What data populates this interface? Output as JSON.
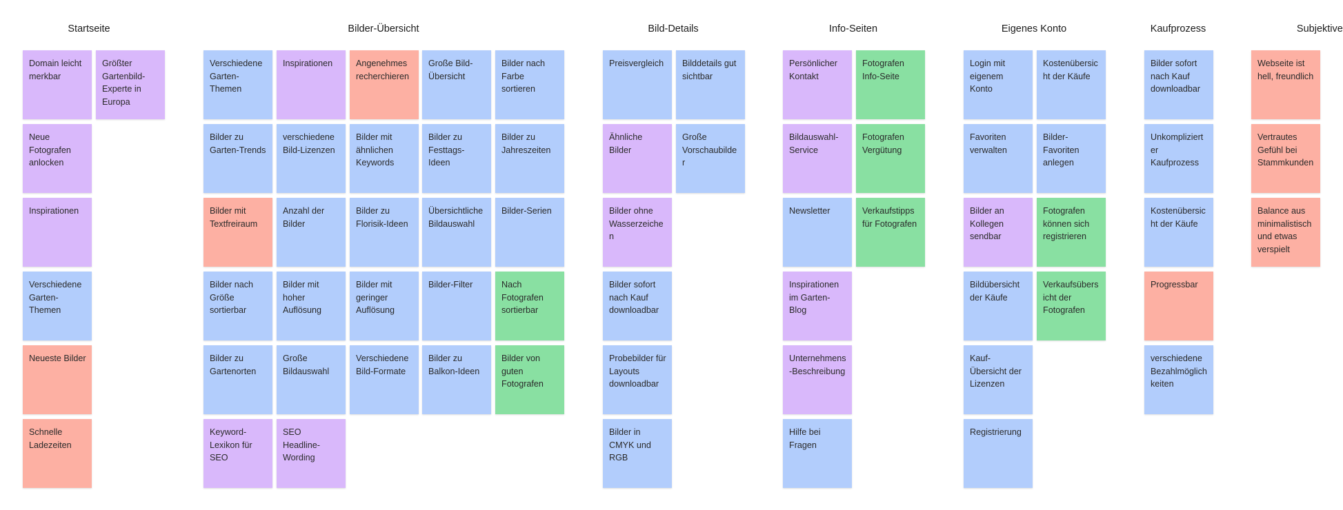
{
  "colors": {
    "purple": "#d9b8fb",
    "blue": "#b2cdfc",
    "red": "#fdb0a3",
    "green": "#89e0a2"
  },
  "columns": [
    {
      "title": "Startseite",
      "stacks": [
        [
          {
            "text": "Domain leicht merkbar",
            "color": "purple"
          },
          {
            "text": "Neue Fotografen anlocken",
            "color": "purple"
          },
          {
            "text": "Inspirationen",
            "color": "purple"
          },
          {
            "text": "Verschiedene Garten-Themen",
            "color": "blue"
          },
          {
            "text": "Neueste Bilder",
            "color": "red"
          },
          {
            "text": "Schnelle Ladezeiten",
            "color": "red"
          }
        ],
        [
          {
            "text": "Größter Gartenbild-Experte in Europa",
            "color": "purple"
          }
        ]
      ]
    },
    {
      "title": "Bilder-Übersicht",
      "stacks": [
        [
          {
            "text": "Verschiedene Garten-Themen",
            "color": "blue"
          },
          {
            "text": "Bilder zu Garten-Trends",
            "color": "blue"
          },
          {
            "text": "Bilder mit Textfreiraum",
            "color": "red"
          },
          {
            "text": "Bilder nach Größe sortierbar",
            "color": "blue"
          },
          {
            "text": "Bilder zu Gartenorten",
            "color": "blue"
          },
          {
            "text": "Keyword-Lexikon für SEO",
            "color": "purple"
          }
        ],
        [
          {
            "text": "Inspirationen",
            "color": "purple"
          },
          {
            "text": "verschiedene Bild-Lizenzen",
            "color": "blue"
          },
          {
            "text": "Anzahl der Bilder",
            "color": "blue"
          },
          {
            "text": "Bilder mit hoher Auflösung",
            "color": "blue"
          },
          {
            "text": "Große Bildauswahl",
            "color": "blue"
          },
          {
            "text": "SEO Headline-Wording",
            "color": "purple"
          }
        ],
        [
          {
            "text": "Angenehmes recherchieren",
            "color": "red"
          },
          {
            "text": "Bilder mit ähnlichen Keywords",
            "color": "blue"
          },
          {
            "text": "Bilder zu Florisik-Ideen",
            "color": "blue"
          },
          {
            "text": "Bilder mit geringer Auflösung",
            "color": "blue"
          },
          {
            "text": "Verschiedene Bild-Formate",
            "color": "blue"
          }
        ],
        [
          {
            "text": "Große Bild-Übersicht",
            "color": "blue"
          },
          {
            "text": "Bilder zu Festtags-Ideen",
            "color": "blue"
          },
          {
            "text": "Übersichtliche Bildauswahl",
            "color": "blue"
          },
          {
            "text": "Bilder-Filter",
            "color": "blue"
          },
          {
            "text": "Bilder zu Balkon-Ideen",
            "color": "blue"
          }
        ],
        [
          {
            "text": "Bilder nach Farbe sortieren",
            "color": "blue"
          },
          {
            "text": "Bilder zu Jahreszeiten",
            "color": "blue"
          },
          {
            "text": "Bilder-Serien",
            "color": "blue"
          },
          {
            "text": "Nach Fotografen sortierbar",
            "color": "green"
          },
          {
            "text": "Bilder von guten Fotografen",
            "color": "green"
          }
        ]
      ]
    },
    {
      "title": "Bild-Details",
      "stacks": [
        [
          {
            "text": "Preisvergleich",
            "color": "blue"
          },
          {
            "text": "Ähnliche Bilder",
            "color": "purple"
          },
          {
            "text": "Bilder ohne Wasserzeichen",
            "color": "purple"
          },
          {
            "text": "Bilder sofort nach Kauf downloadbar",
            "color": "blue"
          },
          {
            "text": "Probebilder für Layouts downloadbar",
            "color": "blue"
          },
          {
            "text": "Bilder in CMYK und RGB",
            "color": "blue"
          }
        ],
        [
          {
            "text": "Bilddetails gut sichtbar",
            "color": "blue"
          },
          {
            "text": "Große Vorschaubilder",
            "color": "blue"
          }
        ]
      ]
    },
    {
      "title": "Info-Seiten",
      "stacks": [
        [
          {
            "text": "Persönlicher Kontakt",
            "color": "purple"
          },
          {
            "text": "Bildauswahl-Service",
            "color": "purple"
          },
          {
            "text": "Newsletter",
            "color": "blue"
          },
          {
            "text": "Inspirationen im Garten-Blog",
            "color": "purple"
          },
          {
            "text": "Unternehmens-Beschreibung",
            "color": "purple"
          },
          {
            "text": "Hilfe bei Fragen",
            "color": "blue"
          }
        ],
        [
          {
            "text": "Fotografen Info-Seite",
            "color": "green"
          },
          {
            "text": "Fotografen Vergütung",
            "color": "green"
          },
          {
            "text": "Verkaufstipps für Fotografen",
            "color": "green"
          }
        ]
      ]
    },
    {
      "title": "Eigenes Konto",
      "stacks": [
        [
          {
            "text": "Login mit eigenem Konto",
            "color": "blue"
          },
          {
            "text": "Favoriten verwalten",
            "color": "blue"
          },
          {
            "text": "Bilder an Kollegen sendbar",
            "color": "purple"
          },
          {
            "text": "Bildübersicht der Käufe",
            "color": "blue"
          },
          {
            "text": "Kauf-Übersicht der Lizenzen",
            "color": "blue"
          },
          {
            "text": "Registrierung",
            "color": "blue"
          }
        ],
        [
          {
            "text": "Kostenübersicht der Käufe",
            "color": "blue"
          },
          {
            "text": "Bilder-Favoriten anlegen",
            "color": "blue"
          },
          {
            "text": "Fotografen können sich registrieren",
            "color": "green"
          },
          {
            "text": "Verkaufsübersicht der Fotografen",
            "color": "green"
          }
        ]
      ]
    },
    {
      "title": "Kaufprozess",
      "stacks": [
        [
          {
            "text": "Bilder sofort nach Kauf downloadbar",
            "color": "blue"
          },
          {
            "text": "Unkomplizierter Kaufprozess",
            "color": "blue"
          },
          {
            "text": "Kostenübersicht der Käufe",
            "color": "blue"
          },
          {
            "text": "Progressbar",
            "color": "red"
          },
          {
            "text": "verschiedene Bezahlmöglichkeiten",
            "color": "blue"
          }
        ]
      ]
    },
    {
      "title": "Subjektives",
      "stacks": [
        [
          {
            "text": "Webseite ist hell, freundlich",
            "color": "red"
          },
          {
            "text": "Vertrautes Gefühl bei Stammkunden",
            "color": "red"
          },
          {
            "text": "Balance aus minimalistisch und etwas verspielt",
            "color": "red"
          }
        ]
      ]
    }
  ]
}
